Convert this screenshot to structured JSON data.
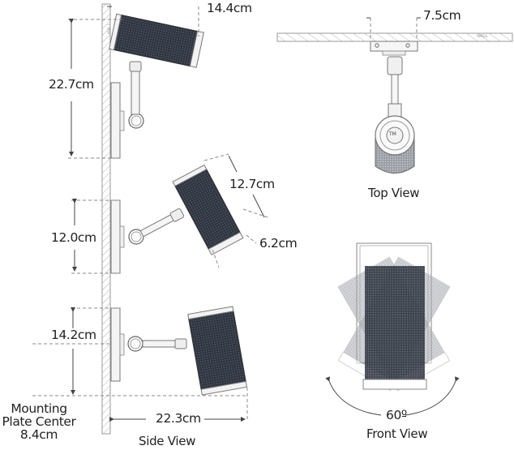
{
  "colors": {
    "mesh": "#2e3440",
    "mesh_light": "#8a8e95",
    "line": "#6b6b6b",
    "dash": "#8a8a8a",
    "text": "#222222"
  },
  "wall_label": "WALL",
  "side_view": {
    "title": "Side View",
    "dimensions": {
      "top_projection": "14.4cm",
      "top_height": "22.7cm",
      "shade_length": "12.7cm",
      "shade_diameter": "6.2cm",
      "plate_height": "12.0cm",
      "bottom_height": "14.2cm",
      "depth": "22.3cm"
    },
    "mounting_note": {
      "line1": "Mounting",
      "line2": "Plate Center",
      "line3": "8.4cm"
    }
  },
  "top_view": {
    "title": "Top View",
    "dimensions": {
      "plate_width": "7.5cm"
    },
    "logo": "TM"
  },
  "front_view": {
    "title": "Front View",
    "rotation": "60º"
  }
}
